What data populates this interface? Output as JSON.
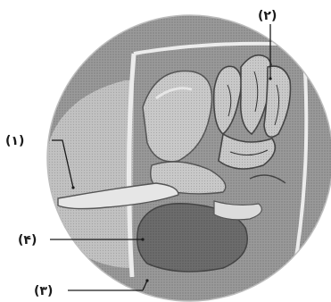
{
  "figure": {
    "labels": {
      "label_1": "(۱)",
      "label_2": "(۲)",
      "label_3": "(۳)",
      "label_4": "(۴)"
    }
  }
}
